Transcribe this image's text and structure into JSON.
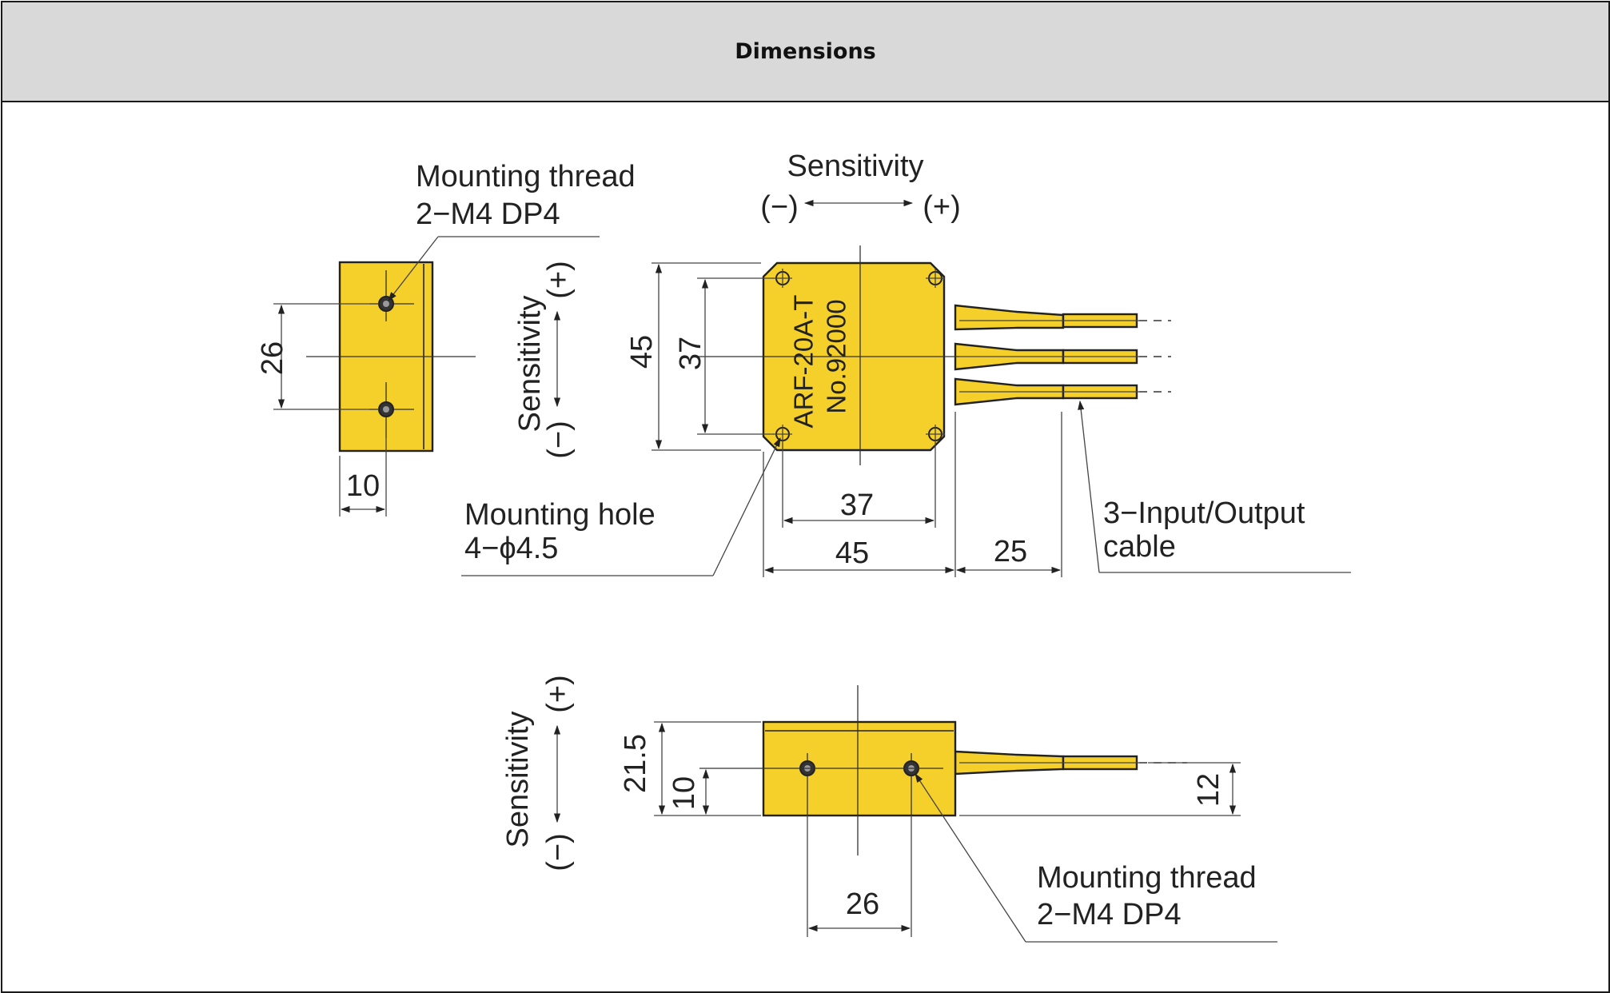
{
  "header": {
    "title": "Dimensions"
  },
  "colors": {
    "body_fill": "#f5cf2a",
    "line": "#222222",
    "header_bg": "#d9d9d9"
  },
  "side_view": {
    "thread_label_1": "Mounting thread",
    "thread_label_2": "2−M4 DP4",
    "dim_height": "26",
    "dim_width": "10",
    "sens_label": "Sensitivity",
    "sens_minus": "(−)",
    "sens_plus": "(+)"
  },
  "top_view": {
    "sens_label": "Sensitivity",
    "sens_minus": "(−)",
    "sens_plus": "(+)",
    "model": "ARF-20A-T",
    "serial": "No.92000",
    "dim_outer_height": "45",
    "dim_inner_height": "37",
    "dim_inner_width": "37",
    "dim_outer_width": "45",
    "dim_cable": "25",
    "hole_label_1": "Mounting hole",
    "hole_label_2": "4−ϕ4.5",
    "cable_label_1": "3−Input/Output",
    "cable_label_2": "cable"
  },
  "front_view": {
    "sens_label": "Sensitivity",
    "sens_minus": "(−)",
    "sens_plus": "(+)",
    "dim_height": "21.5",
    "dim_thread_height": "10",
    "dim_cable_height": "12",
    "dim_thread_spacing": "26",
    "thread_label_1": "Mounting thread",
    "thread_label_2": "2−M4 DP4"
  }
}
